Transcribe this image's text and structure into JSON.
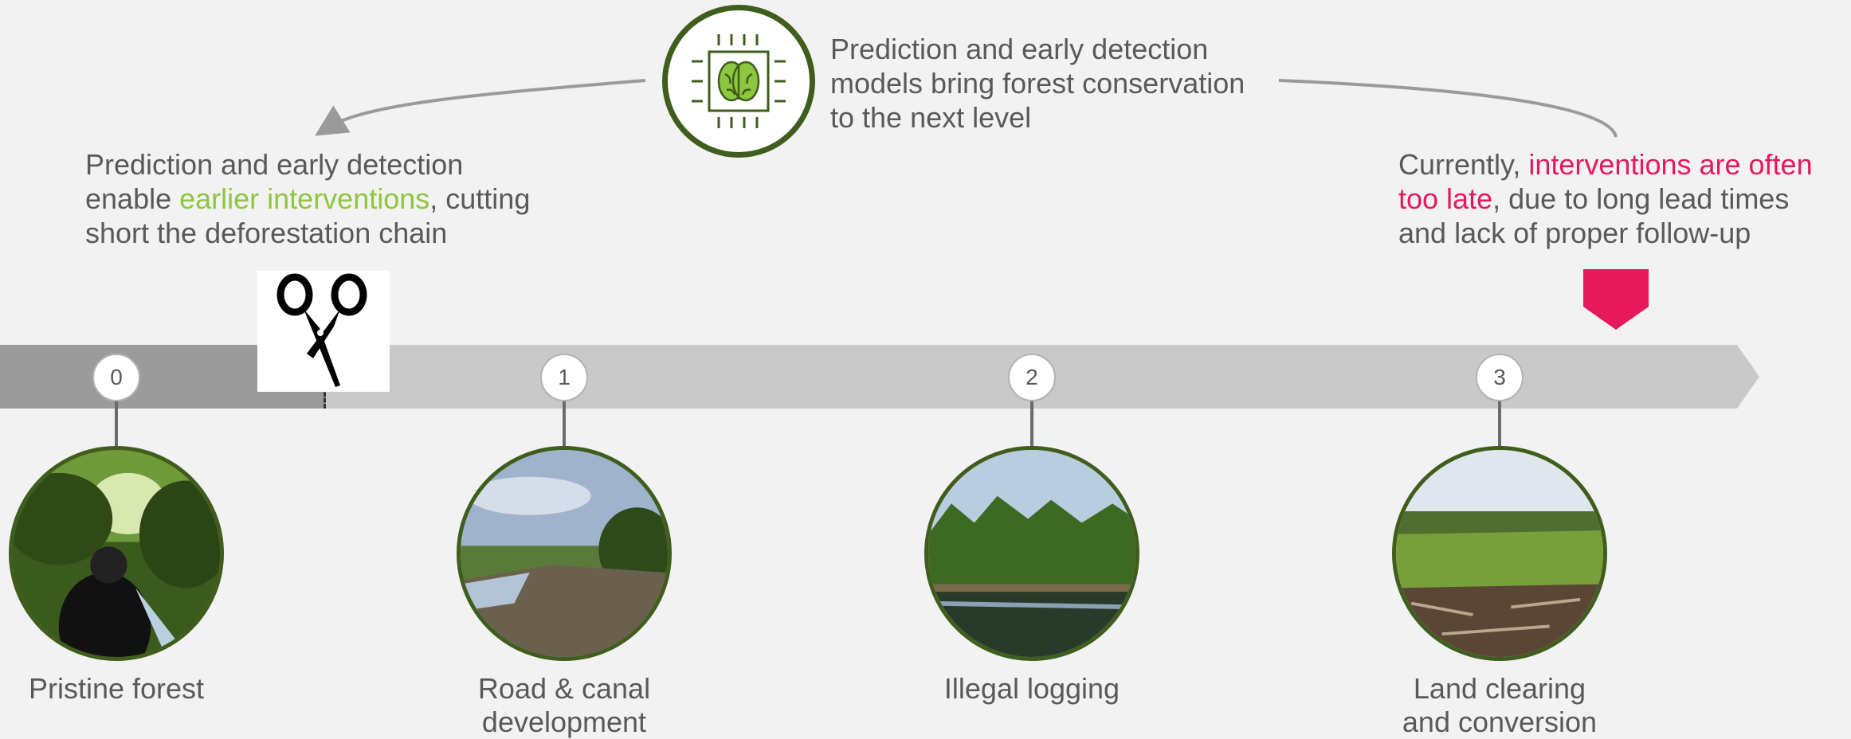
{
  "header": {
    "line1": "Prediction and early detection",
    "line2": "models bring forest conservation",
    "line3": "to the next level"
  },
  "left_note": {
    "line1": "Prediction and early detection",
    "line2_prefix": "enable ",
    "line2_highlight": "earlier interventions",
    "line2_suffix": ", cutting",
    "line3": "short the deforestation chain"
  },
  "right_note": {
    "line1_prefix": "Currently, ",
    "line1_highlight": "interventions are often",
    "line2_highlight": "too late",
    "line2_suffix": ", due to long lead times",
    "line3": "and lack of proper follow-up"
  },
  "colors": {
    "highlight_green": "#8dc63f",
    "highlight_red": "#e8185c",
    "accent_dark_green": "#3f5d1c",
    "bar_light": "#c9c9c9",
    "bar_dark": "#9b9b9b"
  },
  "stages": [
    {
      "number": "0",
      "caption_line1": "Pristine forest",
      "caption_line2": ""
    },
    {
      "number": "1",
      "caption_line1": "Road & canal",
      "caption_line2": "development"
    },
    {
      "number": "2",
      "caption_line1": "Illegal logging",
      "caption_line2": ""
    },
    {
      "number": "3",
      "caption_line1": "Land clearing",
      "caption_line2": "and conversion"
    }
  ],
  "icons": {
    "badge": "brain-chip-icon",
    "cut": "scissors-icon",
    "marker": "down-arrow-marker-icon"
  }
}
